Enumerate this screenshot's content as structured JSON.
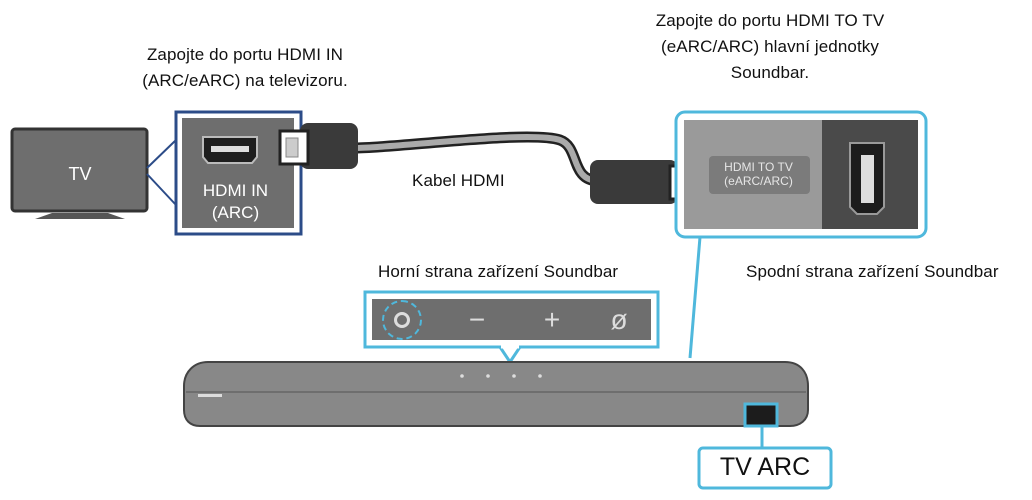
{
  "captions": {
    "tv_port_line1": "Zapojte do portu HDMI IN",
    "tv_port_line2": "(ARC/eARC) na televizoru.",
    "soundbar_port_line1": "Zapojte do portu HDMI TO TV",
    "soundbar_port_line2": "(eARC/ARC) hlavní jednotky",
    "soundbar_port_line3": "Soundbar.",
    "cable": "Kabel HDMI",
    "top_side": "Horní strana zařízení Soundbar",
    "bottom_side": "Spodní strana zařízení Soundbar"
  },
  "tv": {
    "label": "TV"
  },
  "tv_port": {
    "line1": "HDMI IN",
    "line2": "(ARC)"
  },
  "soundbar_port": {
    "line1": "HDMI TO TV",
    "line2": "(eARC/ARC)"
  },
  "top_controls": [
    {
      "name": "power-button",
      "icon": "power-icon"
    },
    {
      "name": "volume-down-button",
      "symbol": "−"
    },
    {
      "name": "volume-up-button",
      "symbol": "+"
    },
    {
      "name": "input-source-button",
      "symbol": "ø"
    }
  ],
  "indicator": {
    "label": "TV ARC"
  },
  "colors": {
    "callout_blue": "#4fb8dc",
    "tv_panel_border": "#2c4c88",
    "device_gray": "#6e6e6e",
    "dark_gray": "#3a3a3a"
  }
}
